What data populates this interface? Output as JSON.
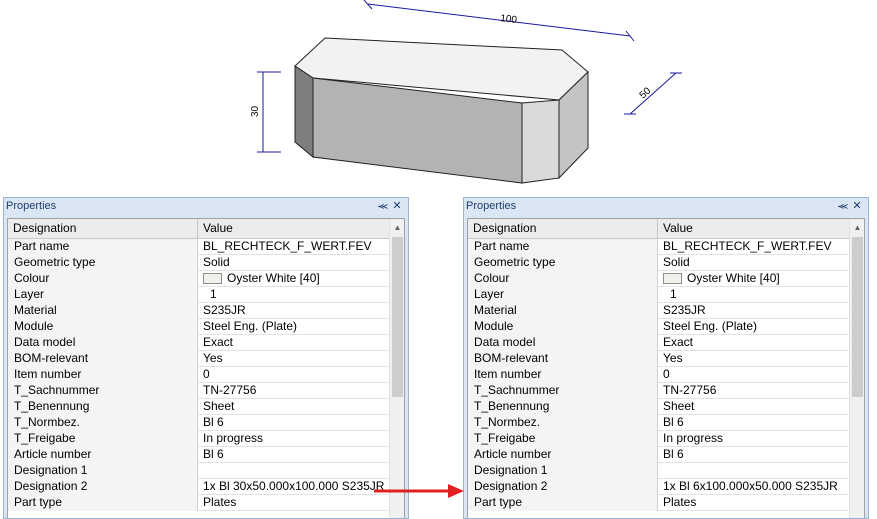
{
  "model": {
    "dimension_length": "100",
    "dimension_depth": "50",
    "dimension_height": "30"
  },
  "panels": [
    {
      "title": "Properties",
      "pin_icon": "pin-icon",
      "close_icon": "close-icon",
      "col_designation": "Designation",
      "col_value": "Value",
      "rows": [
        {
          "name": "Part name",
          "value": "BL_RECHTECK_F_WERT.FEV"
        },
        {
          "name": "Geometric type",
          "value": "Solid"
        },
        {
          "name": "Colour",
          "value": "Oyster White [40]",
          "swatch": "#f2f0ea"
        },
        {
          "name": "Layer",
          "value": "1"
        },
        {
          "name": "Material",
          "value": "S235JR"
        },
        {
          "name": "Module",
          "value": "Steel Eng. (Plate)"
        },
        {
          "name": "Data model",
          "value": "Exact"
        },
        {
          "name": "BOM-relevant",
          "value": "Yes"
        },
        {
          "name": "Item number",
          "value": "0"
        },
        {
          "name": "T_Sachnummer",
          "value": "TN-27756"
        },
        {
          "name": "T_Benennung",
          "value": "Sheet"
        },
        {
          "name": "T_Normbez.",
          "value": "Bl 6"
        },
        {
          "name": "T_Freigabe",
          "value": "In progress"
        },
        {
          "name": "Article number",
          "value": "Bl 6"
        },
        {
          "name": "Designation 1",
          "value": ""
        },
        {
          "name": "Designation 2",
          "value": "1x Bl 30x50.000x100.000 S235JR"
        },
        {
          "name": "Part type",
          "value": "Plates"
        }
      ]
    },
    {
      "title": "Properties",
      "pin_icon": "pin-icon",
      "close_icon": "close-icon",
      "col_designation": "Designation",
      "col_value": "Value",
      "rows": [
        {
          "name": "Part name",
          "value": "BL_RECHTECK_F_WERT.FEV"
        },
        {
          "name": "Geometric type",
          "value": "Solid"
        },
        {
          "name": "Colour",
          "value": "Oyster White [40]",
          "swatch": "#f2f0ea"
        },
        {
          "name": "Layer",
          "value": "1"
        },
        {
          "name": "Material",
          "value": "S235JR"
        },
        {
          "name": "Module",
          "value": "Steel Eng. (Plate)"
        },
        {
          "name": "Data model",
          "value": "Exact"
        },
        {
          "name": "BOM-relevant",
          "value": "Yes"
        },
        {
          "name": "Item number",
          "value": "0"
        },
        {
          "name": "T_Sachnummer",
          "value": "TN-27756"
        },
        {
          "name": "T_Benennung",
          "value": "Sheet"
        },
        {
          "name": "T_Normbez.",
          "value": "Bl 6"
        },
        {
          "name": "T_Freigabe",
          "value": "In progress"
        },
        {
          "name": "Article number",
          "value": "Bl 6"
        },
        {
          "name": "Designation 1",
          "value": ""
        },
        {
          "name": "Designation 2",
          "value": "1x Bl 6x100.000x50.000 S235JR"
        },
        {
          "name": "Part type",
          "value": "Plates"
        }
      ]
    }
  ],
  "colors": {
    "arrow": "#e02020",
    "dimension_line": "#1a1aa0",
    "panel_header": "#dbe6f4"
  }
}
